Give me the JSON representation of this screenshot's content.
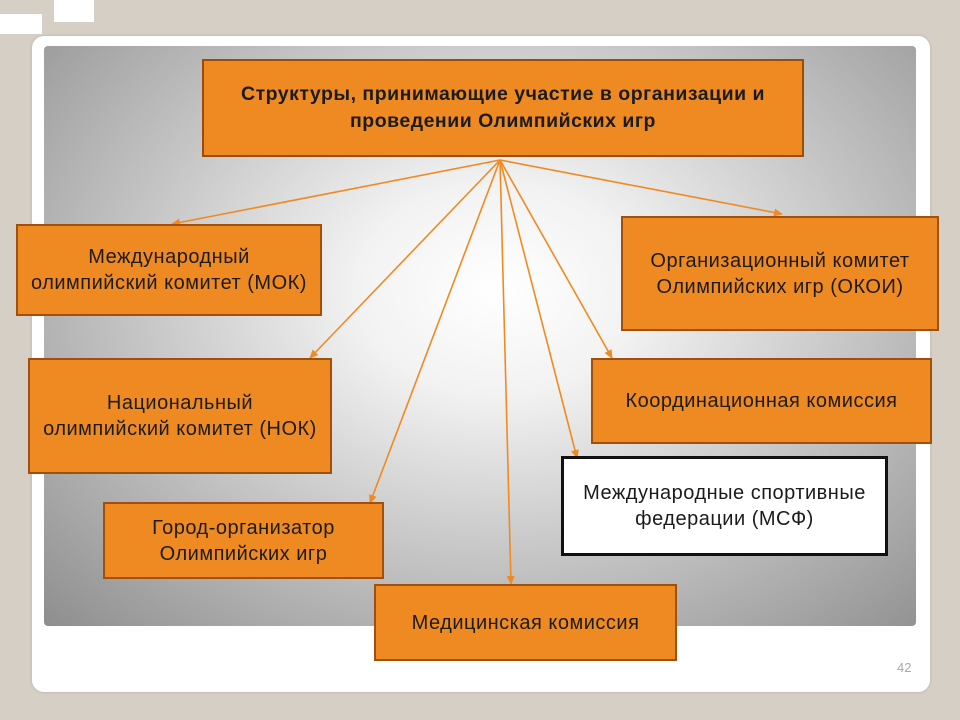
{
  "diagram": {
    "title": "Структуры, принимающие участие в организации и проведении Олимпийских игр",
    "nodes": {
      "mok": "Международный олимпийский комитет (МОК)",
      "okoi": "Организационный комитет  Олимпийских игр (ОКОИ)",
      "nok": "Национальный олимпийский комитет (НОК)",
      "coord": "Координационная комиссия",
      "msf": "Международные спортивные федерации (МСФ)",
      "city": "Город-организатор Олимпийских игр",
      "medical": "Медицинская комиссия"
    },
    "edge_color": "#ef8a22",
    "box_color": "#ef8a22"
  },
  "slide": {
    "number": "42"
  }
}
